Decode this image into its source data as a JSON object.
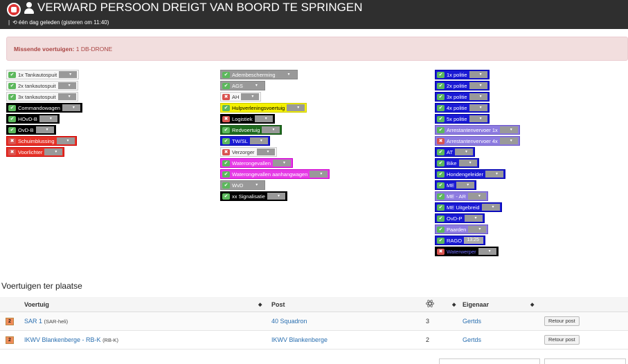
{
  "header": {
    "title": "VERWARD PERSOON DREIGT VAN BOORD TE SPRINGEN",
    "separator": "|",
    "time_ago": "één dag geleden (gisteren om 11:40)"
  },
  "alert": {
    "label": "Missende voertuigen:",
    "value": "1 DB-DRONE"
  },
  "columns": [
    [
      {
        "label": "1x Tankautospuit",
        "style": "white",
        "status": "ok"
      },
      {
        "label": "2x tankautospuit",
        "style": "white",
        "status": "ok"
      },
      {
        "label": "3x tankautospuit",
        "style": "white",
        "status": "ok"
      },
      {
        "label": "Commandowagen",
        "style": "black",
        "status": "ok"
      },
      {
        "label": "HOvD-B",
        "style": "black",
        "status": "ok"
      },
      {
        "label": "OvD-B",
        "style": "black",
        "status": "ok"
      },
      {
        "label": "Schuimblussing",
        "style": "red",
        "status": "no"
      },
      {
        "label": "Voorlichter",
        "style": "red",
        "status": "no"
      }
    ],
    [
      {
        "label": "Adembescherming",
        "style": "gray",
        "status": "ok"
      },
      {
        "label": "AGS",
        "style": "gray",
        "status": "ok"
      },
      {
        "label": "AH",
        "style": "white",
        "status": "no"
      },
      {
        "label": "Hulpverleningsvoertuig",
        "style": "yellow",
        "status": "ok"
      },
      {
        "label": "Logistiek",
        "style": "black",
        "status": "no"
      },
      {
        "label": "Redvoertuig",
        "style": "green",
        "status": "ok"
      },
      {
        "label": "TW/SL",
        "style": "blue",
        "status": "ok"
      },
      {
        "label": "Verzorger",
        "style": "white",
        "status": "no"
      },
      {
        "label": "Waterongevallen",
        "style": "magenta",
        "status": "ok"
      },
      {
        "label": "Waterongevallen aanhangwagen",
        "style": "magenta",
        "status": "ok"
      },
      {
        "label": "WvD",
        "style": "gray",
        "status": "ok"
      },
      {
        "label": "xx Signalisatie",
        "style": "black",
        "status": "ok"
      }
    ],
    [
      {
        "label": "1x politie",
        "style": "blue",
        "status": "ok"
      },
      {
        "label": "2x politie",
        "style": "blue",
        "status": "ok"
      },
      {
        "label": "3x politie",
        "style": "blue",
        "status": "ok"
      },
      {
        "label": "4x politie",
        "style": "blue",
        "status": "ok"
      },
      {
        "label": "5x politie",
        "style": "blue",
        "status": "ok"
      },
      {
        "label": "Arrestantenvervoer 1x",
        "style": "purple",
        "status": "ok"
      },
      {
        "label": "Arrestantenvervoer 4x",
        "style": "purple",
        "status": "no"
      },
      {
        "label": "AT",
        "style": "blue",
        "status": "ok"
      },
      {
        "label": "Bike",
        "style": "blue",
        "status": "ok"
      },
      {
        "label": "Hondengeleider",
        "style": "blue",
        "status": "ok"
      },
      {
        "label": "ME",
        "style": "blue",
        "status": "ok"
      },
      {
        "label": "ME - AR",
        "style": "purple",
        "status": "ok"
      },
      {
        "label": "ME Uitgebreid",
        "style": "blue",
        "status": "ok"
      },
      {
        "label": "OvD-P",
        "style": "blue",
        "status": "ok"
      },
      {
        "label": "Paarden",
        "style": "purple",
        "status": "ok"
      },
      {
        "label": "RAGO",
        "style": "blue",
        "status": "ok",
        "time": "13:25"
      },
      {
        "label": "Waterwerper",
        "style": "darkblue-text",
        "status": "no"
      }
    ]
  ],
  "onsite": {
    "title": "Voertuigen ter plaatse",
    "headers": {
      "vehicle": "Voertuig",
      "post": "Post",
      "owner": "Eigenaar"
    },
    "rows": [
      {
        "prio": "2",
        "name": "SAR 1",
        "code": "(SAR-heli)",
        "post": "40 Squadron",
        "count": "3",
        "owner": "Gertds",
        "button": "Retour post"
      },
      {
        "prio": "2",
        "name": "IKWV Blankenberge - RB-K",
        "code": "(RB-K)",
        "post": "IKWV Blankenberge",
        "count": "2",
        "owner": "Gertds",
        "button": "Retour post"
      }
    ]
  },
  "icons": {
    "logo": "fire-department-logo",
    "user": "user-icon",
    "history": "history-icon",
    "atom": "atom-icon",
    "ok": "check-icon",
    "no": "cross-icon",
    "sort": "sort-icon"
  }
}
